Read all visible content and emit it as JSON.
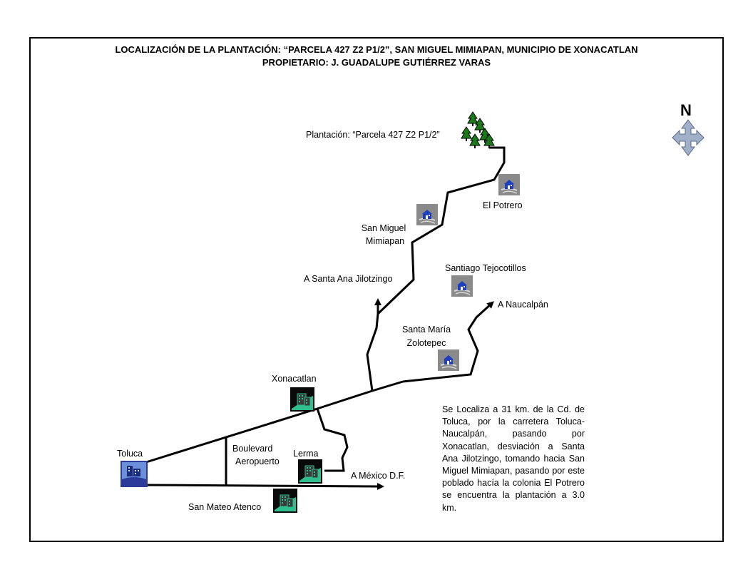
{
  "title": {
    "line1": "LOCALIZACIÓN DE LA PLANTACIÓN: “PARCELA 427 Z2 P1/2”, SAN MIGUEL MIMIAPAN, MUNICIPIO DE XONACATLAN",
    "line2": "PROPIETARIO: J. GUADALUPE GUTIÉRREZ VARAS"
  },
  "north": {
    "label": "N",
    "icon": "compass-arrows-icon"
  },
  "places": {
    "plantacion": "Plantación: “Parcela 427 Z2 P1/2”",
    "el_potrero": "El Potrero",
    "san_miguel_1": "San Miguel",
    "san_miguel_2": "Mimiapan",
    "santa_ana": "A Santa Ana Jilotzingo",
    "santiago": "Santiago Tejocotillos",
    "naucalpan": "A Naucalpán",
    "santa_maria_1": "Santa María",
    "santa_maria_2": "Zolotepec",
    "xonacatlan": "Xonacatlan",
    "toluca": "Toluca",
    "boulevard_1": "Boulevard",
    "boulevard_2": "Aeropuerto",
    "lerma": "Lerma",
    "mexico": "A México D.F.",
    "san_mateo": "San Mateo Atenco"
  },
  "description": "Se Localiza a 31 km. de la Cd. de Toluca, por la carretera Toluca-Naucalpán, pasando por Xonacatlan, desviación a Santa Ana Jilotzingo, tomando hacia San Miguel Mimiapan, pasando por este poblado hacía la colonia El Potrero se encuentra la plantación a 3.0 km.",
  "colors": {
    "town_icon_bg": "#8a8a8a",
    "house": "#1f3fbf",
    "city_icon_bg": "#0a0a0a",
    "city_accent": "#2fbf8f",
    "tree": "#1a7a1a",
    "compass": "#9fb0c8"
  }
}
